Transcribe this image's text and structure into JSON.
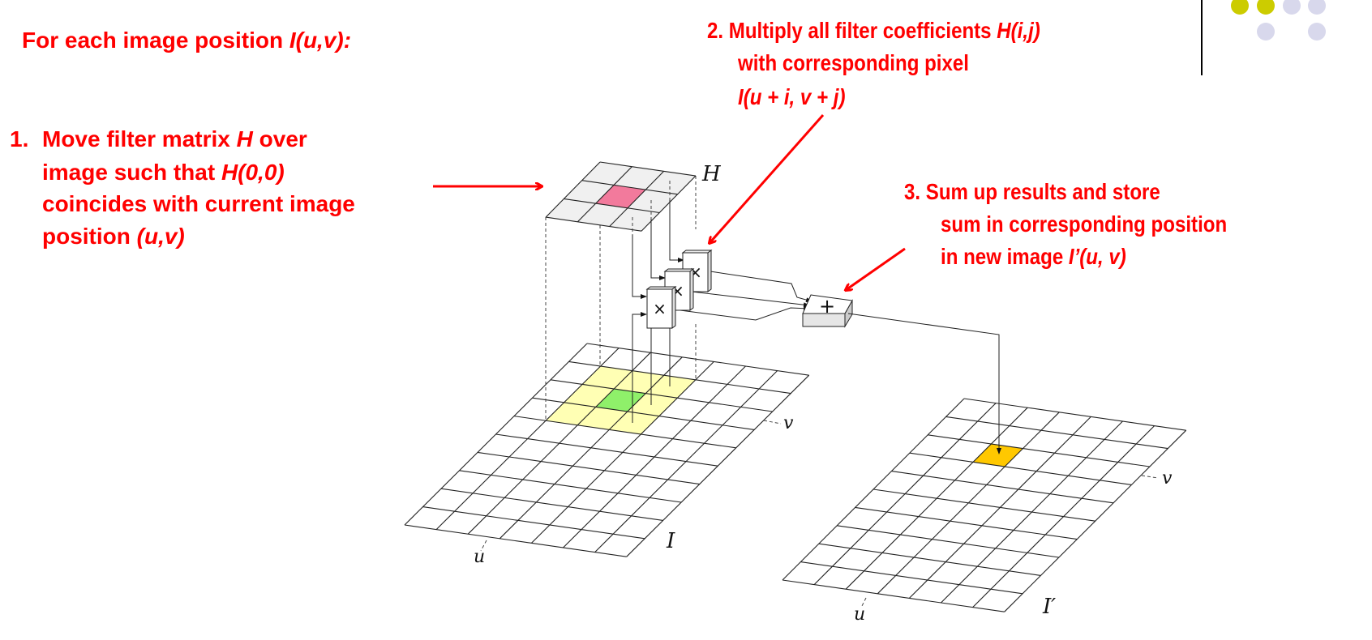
{
  "heading": {
    "text": "For each image position ",
    "italic": "I(u,v):"
  },
  "step1": {
    "number": "1.",
    "line1": "Move filter matrix ",
    "line1_italic": "H",
    "line1_end": " over",
    "line2": "image such that ",
    "line2_italic": "H(0,0)",
    "line3": "coincides with current image",
    "line4": "position ",
    "line4_italic": "(u,v)"
  },
  "step2": {
    "number": "2.",
    "line1": "Multiply all filter coefficients ",
    "line1_italic": "H(i,j)",
    "line2": "with corresponding pixel",
    "line3_italic": "I(u + i,  v + j)"
  },
  "step3": {
    "number": "3.",
    "line1": "Sum up results and store",
    "line2": "sum in corresponding position",
    "line3": "in new image ",
    "line3_italic": "I’(u,  v)"
  },
  "labels": {
    "H": "H",
    "I": "I",
    "I_prime": "I′",
    "u": "u",
    "v": "v",
    "u2": "u",
    "v2": "v"
  },
  "operators": {
    "multiply": "×",
    "sum": "+"
  },
  "grids": {
    "H": {
      "rows": 3,
      "cols": 3,
      "highlight": [
        {
          "r": 1,
          "c": 1,
          "color": "#f27a9c"
        }
      ],
      "fill": "#f0f0f0"
    },
    "I": {
      "rows": 10,
      "cols": 7,
      "highlight": [
        {
          "r": 1,
          "c": 1,
          "color": "#ffffb4"
        },
        {
          "r": 1,
          "c": 2,
          "color": "#ffffb4"
        },
        {
          "r": 1,
          "c": 3,
          "color": "#ffffb4"
        },
        {
          "r": 2,
          "c": 1,
          "color": "#ffffb4"
        },
        {
          "r": 2,
          "c": 2,
          "color": "#8ff06a"
        },
        {
          "r": 2,
          "c": 3,
          "color": "#ffffb4"
        },
        {
          "r": 3,
          "c": 1,
          "color": "#ffffb4"
        },
        {
          "r": 3,
          "c": 2,
          "color": "#ffffb4"
        },
        {
          "r": 3,
          "c": 3,
          "color": "#ffffb4"
        }
      ],
      "fill": "#ffffff"
    },
    "I_prime": {
      "rows": 10,
      "cols": 7,
      "highlight": [
        {
          "r": 2,
          "c": 2,
          "color": "#ffc800"
        }
      ],
      "fill": "#ffffff"
    }
  },
  "colors": {
    "annotation": "#ff0000",
    "dot_yellow": "#cccc00",
    "dot_lavender": "#d8d8ec"
  }
}
